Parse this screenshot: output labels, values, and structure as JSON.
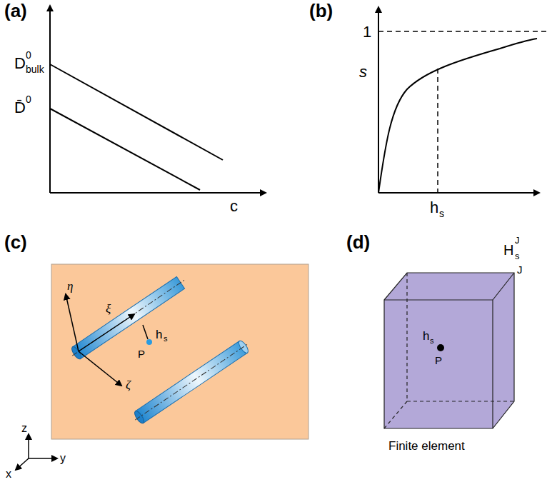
{
  "diagram": {
    "labels": [
      "(a)",
      "(b)",
      "(c)",
      "(d)",
      "D",
      "0",
      "bulk",
      "D̄",
      "0",
      "c",
      "s",
      "1",
      "h",
      "s",
      "ξ",
      "η",
      "ζ",
      "h",
      "s",
      "P",
      "z",
      "y",
      "x",
      "H",
      "s",
      "J",
      "J",
      "h",
      "s",
      "P",
      "Finite element"
    ]
  }
}
